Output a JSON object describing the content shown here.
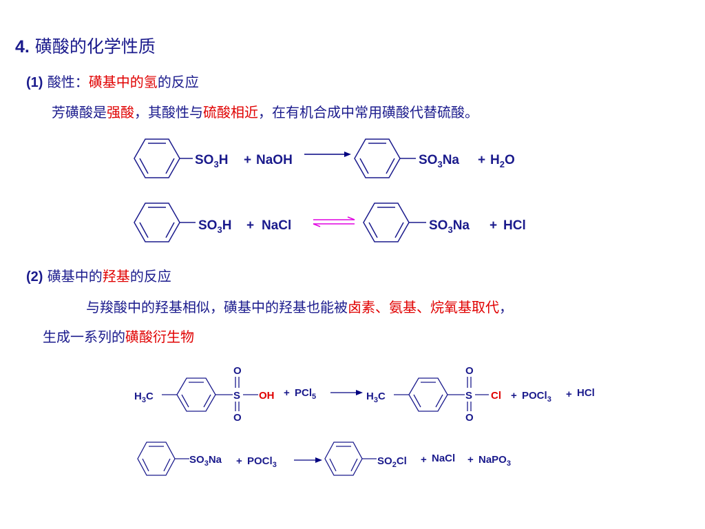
{
  "title": {
    "number": "4.",
    "text": "磺酸的化学性质"
  },
  "s1": {
    "label": "(1)",
    "pre": "酸性：",
    "red": "磺基中的氢",
    "post": "的反应",
    "p_pre": "芳磺酸是",
    "p_red1": "强酸",
    "p_mid": "，其酸性与",
    "p_red2": "硫酸相近",
    "p_post": "，在有机合成中常用磺酸代替硫酸。"
  },
  "s2": {
    "label": "(2)",
    "pre": "磺基中的",
    "red": "羟基",
    "post": "的反应",
    "p1_pre": "与羧酸中的羟基相似，磺基中的羟基也能被",
    "p1_red": "卤素、氨基、烷氧基取代",
    "p1_post": "，",
    "p2_pre": "生成一系列的",
    "p2_red": "磺酸衍生物"
  },
  "r1": {
    "so3h": "SO",
    "so3h_sub": "3",
    "so3h_h": "H",
    "plus1": "+",
    "reagent": "NaOH",
    "prod": "SO",
    "prod_sub": "3",
    "prod_na": "Na",
    "plus2": "+",
    "h2o_h": "H",
    "h2o_sub": "2",
    "h2o_o": "O"
  },
  "r2": {
    "so3h": "SO",
    "so3h_sub": "3",
    "so3h_h": "H",
    "plus1": "+",
    "reagent": "NaCl",
    "prod": "SO",
    "prod_sub": "3",
    "prod_na": "Na",
    "plus2": "+",
    "hcl": "HCl"
  },
  "r3": {
    "h3c": "H",
    "h3c_sub": "3",
    "h3c_c": "C",
    "o_top": "O",
    "s": "S",
    "o_bot": "O",
    "oh": "OH",
    "plus1": "+",
    "pcl": "PCl",
    "pcl_sub": "5",
    "p_h3c": "H",
    "p_h3c_sub": "3",
    "p_h3c_c": "C",
    "p_o_top": "O",
    "p_s": "S",
    "p_o_bot": "O",
    "cl": "Cl",
    "plus2": "+",
    "pocl": "POCl",
    "pocl_sub": "3",
    "plus3": "+",
    "hcl": "HCl"
  },
  "r4": {
    "so3na": "SO",
    "so3na_sub": "3",
    "so3na_na": "Na",
    "plus1": "+",
    "pocl": "POCl",
    "pocl_sub": "3",
    "so2cl": "SO",
    "so2cl_sub": "2",
    "so2cl_cl": "Cl",
    "plus2": "+",
    "nacl": "NaCl",
    "plus3": "+",
    "napo": "NaPO",
    "napo_sub": "3"
  },
  "colors": {
    "text": "#1a1a8c",
    "highlight": "#e00000",
    "arrow": "#000080",
    "equilibrium": "#e000e0"
  }
}
